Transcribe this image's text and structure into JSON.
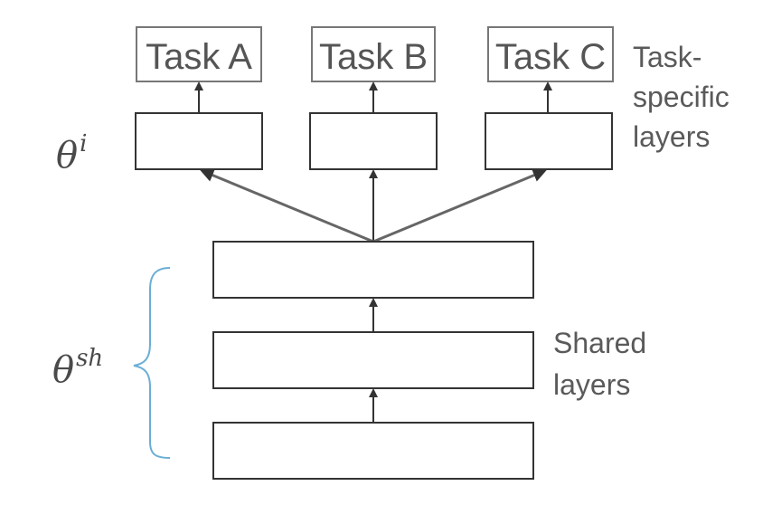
{
  "diagram": {
    "tasks": [
      "Task A",
      "Task B",
      "Task C"
    ],
    "task_specific_label": [
      "Task-",
      "specific",
      "layers"
    ],
    "shared_label": [
      "Shared",
      "layers"
    ],
    "theta_task": {
      "base": "θ",
      "sup": "i"
    },
    "theta_shared": {
      "base": "θ",
      "sup": "sh"
    }
  },
  "colors": {
    "box_stroke": "#333333",
    "arrow": "#555555",
    "text": "#555555",
    "brace": "#6aaed6"
  }
}
